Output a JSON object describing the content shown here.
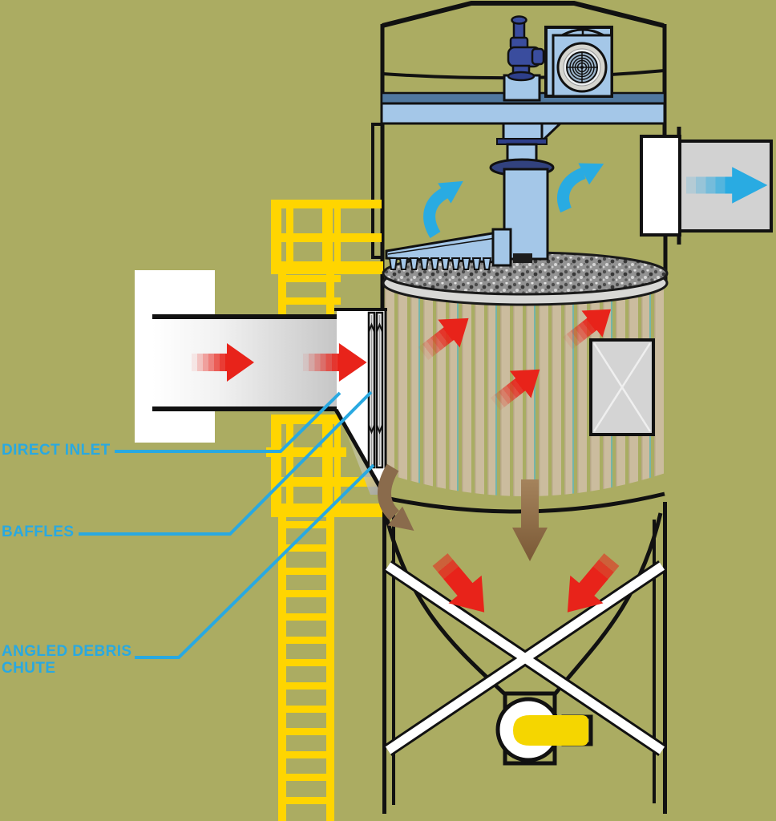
{
  "colors": {
    "background": "#abac62",
    "callout_blue": "#29a9e1",
    "airflow_cyan": "#29abe2",
    "dirty_air_red": "#e8231a",
    "dust_brown": "#8a6b4c",
    "safety_yellow": "#ffd500",
    "machinery_blue": "#a4c7e8",
    "valve_navy": "#3a4d9e",
    "filter_tan": "#cbbc9e",
    "duct_gray": "#d2d2d2"
  },
  "callouts": [
    {
      "label": "DIRECT INLET"
    },
    {
      "label": "BAFFLES"
    },
    {
      "label": "ANGLED DEBRIS CHUTE"
    }
  ]
}
